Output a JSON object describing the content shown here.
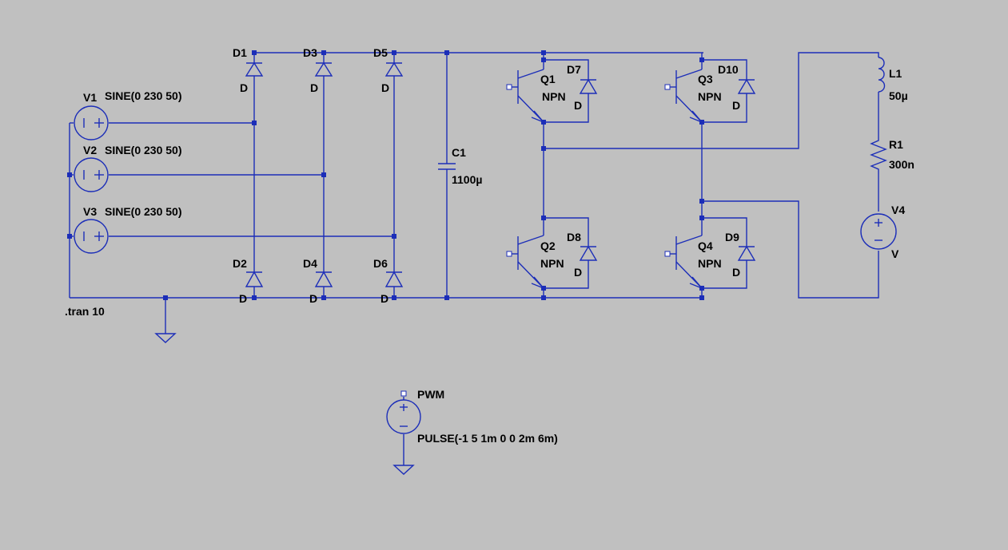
{
  "colors": {
    "background": "#c0c0c0",
    "wire": "#1c2eb8",
    "text": "#000000"
  },
  "components": {
    "V1": {
      "name": "V1",
      "value": "SINE(0 230 50)"
    },
    "V2": {
      "name": "V2",
      "value": "SINE(0 230 50)"
    },
    "V3": {
      "name": "V3",
      "value": "SINE(0 230 50)"
    },
    "V4": {
      "name": "V4",
      "value": "V"
    },
    "PWM": {
      "name": "PWM",
      "value": "PULSE(-1 5 1m 0 0 2m 6m)"
    },
    "D1": {
      "name": "D1",
      "value": "D"
    },
    "D2": {
      "name": "D2",
      "value": "D"
    },
    "D3": {
      "name": "D3",
      "value": "D"
    },
    "D4": {
      "name": "D4",
      "value": "D"
    },
    "D5": {
      "name": "D5",
      "value": "D"
    },
    "D6": {
      "name": "D6",
      "value": "D"
    },
    "D7": {
      "name": "D7",
      "value": "D"
    },
    "D8": {
      "name": "D8",
      "value": "D"
    },
    "D9": {
      "name": "D9",
      "value": "D"
    },
    "D10": {
      "name": "D10",
      "value": "D"
    },
    "C1": {
      "name": "C1",
      "value": "1100µ"
    },
    "Q1": {
      "name": "Q1",
      "value": "NPN"
    },
    "Q2": {
      "name": "Q2",
      "value": "NPN"
    },
    "Q3": {
      "name": "Q3",
      "value": "NPN"
    },
    "Q4": {
      "name": "Q4",
      "value": "NPN"
    },
    "L1": {
      "name": "L1",
      "value": "50µ"
    },
    "R1": {
      "name": "R1",
      "value": "300n"
    }
  },
  "directive": ".tran 10",
  "icons": {
    "ground": "ground-icon",
    "voltage_source": "voltage-source-icon",
    "diode": "diode-icon",
    "npn": "npn-transistor-icon",
    "capacitor": "capacitor-icon",
    "inductor": "inductor-icon",
    "resistor": "resistor-icon"
  }
}
